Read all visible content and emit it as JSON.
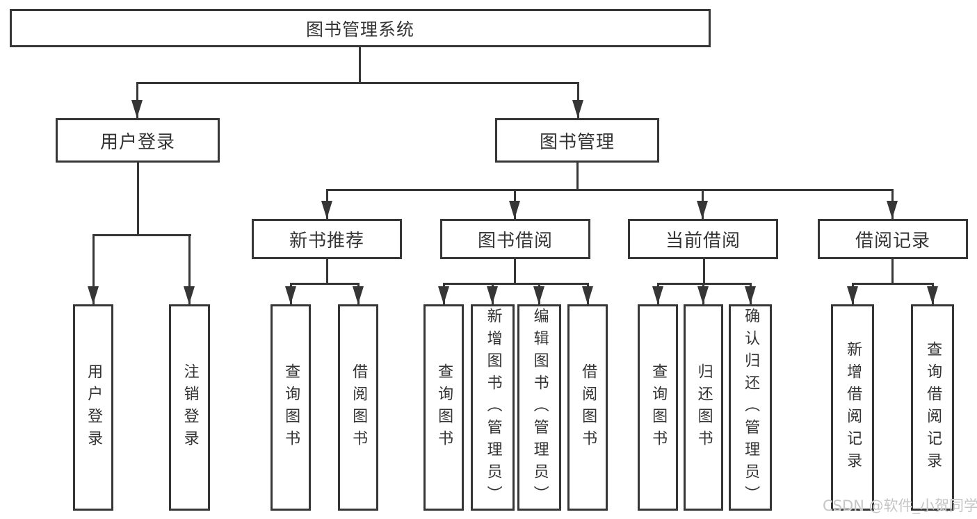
{
  "title": "图书管理系统",
  "level2": [
    {
      "label": "用户登录"
    },
    {
      "label": "图书管理"
    }
  ],
  "level3": [
    {
      "label": "新书推荐"
    },
    {
      "label": "图书借阅"
    },
    {
      "label": "当前借阅"
    },
    {
      "label": "借阅记录"
    }
  ],
  "leaves": [
    {
      "label": "用户登录"
    },
    {
      "label": "注销登录"
    },
    {
      "label": "查询图书"
    },
    {
      "label": "借阅图书"
    },
    {
      "label": "查询图书"
    },
    {
      "label": "新增图书（管理员）"
    },
    {
      "label": "编辑图书（管理员）"
    },
    {
      "label": "借阅图书"
    },
    {
      "label": "查询图书"
    },
    {
      "label": "归还图书"
    },
    {
      "label": "确认归还（管理员）"
    },
    {
      "label": "新增借阅记录"
    },
    {
      "label": "查询借阅记录"
    }
  ],
  "watermark": "CSDN @软件_小贺同学",
  "colors": {
    "line": "#363636",
    "text": "#333333",
    "watermark-color": "#c6c6c6",
    "bg": "#ffffff"
  }
}
